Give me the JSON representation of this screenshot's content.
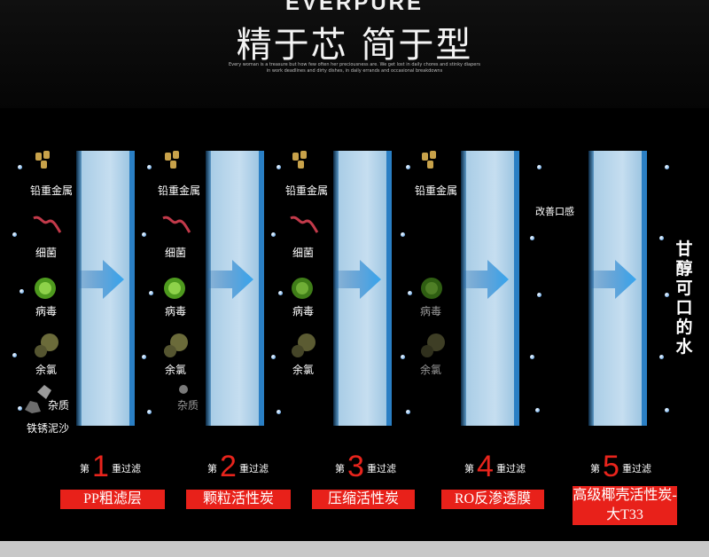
{
  "header": {
    "brand": "EVERPURE",
    "title": "精于芯 简于型",
    "subtitle_line1": "Every woman is a treasure but how few often her preciousness are. We get lost in daily chores and stinky diapers",
    "subtitle_line2": "in work deadlines and dirty dishes, in daily errands and occasional breakdowns"
  },
  "contaminants": {
    "heavy_metal": "铅重金属",
    "bacteria": "细菌",
    "virus": "病毒",
    "chlorine": "余氯",
    "impurity": "杂质",
    "rust": "铁锈泥沙",
    "improve_taste": "改善口感"
  },
  "result_text": "甘醇可口的水",
  "steps": [
    {
      "prefix": "第",
      "number": "1",
      "suffix": "重过滤",
      "name": "PP粗滤层"
    },
    {
      "prefix": "第",
      "number": "2",
      "suffix": "重过滤",
      "name": "颗粒活性炭"
    },
    {
      "prefix": "第",
      "number": "3",
      "suffix": "重过滤",
      "name": "压缩活性炭"
    },
    {
      "prefix": "第",
      "number": "4",
      "suffix": "重过滤",
      "name": "RO反渗透膜"
    },
    {
      "prefix": "第",
      "number": "5",
      "suffix": "重过滤",
      "name": "高级椰壳活性炭-大T33"
    }
  ],
  "colors": {
    "accent_red": "#e8211a",
    "filter_blue": "#2a7fc4",
    "arrow_blue": "#2f9be8"
  }
}
